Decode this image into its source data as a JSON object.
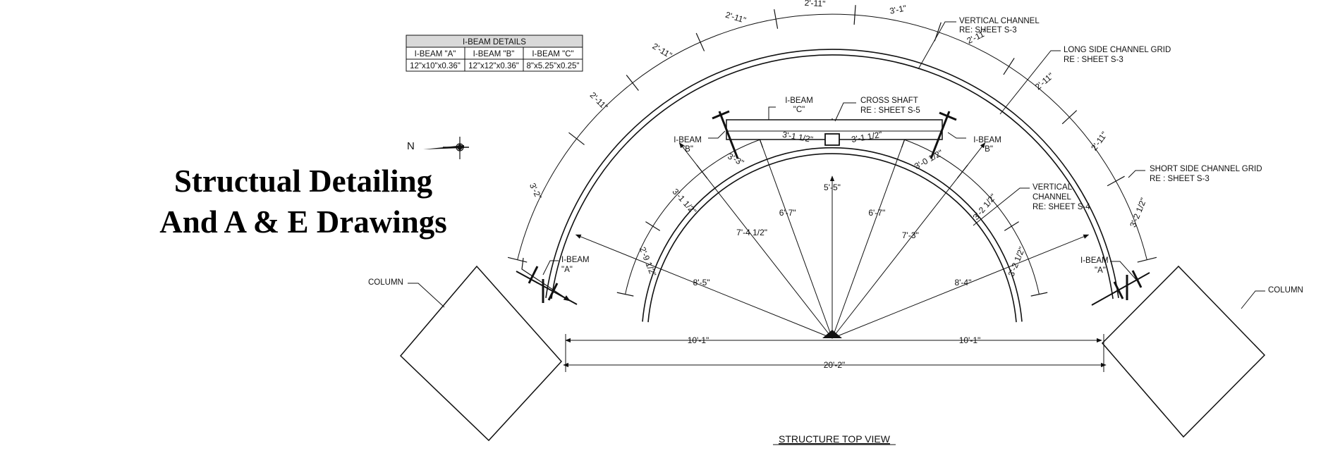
{
  "banner": {
    "line1": "Structual Detailing",
    "line2": "And A & E Drawings"
  },
  "ibeam_table": {
    "title": "I-BEAM DETAILS",
    "headers": [
      "I-BEAM \"A\"",
      "I-BEAM \"B\"",
      "I-BEAM \"C\""
    ],
    "values": [
      "12\"x10\"x0.36\"",
      "12\"x12\"x0.36\"",
      "8\"x5.25\"x0.25\""
    ]
  },
  "north": {
    "label": "N"
  },
  "callouts": {
    "vertical_channel_top": [
      "VERTICAL CHANNEL",
      "RE: SHEET S-3"
    ],
    "long_side_grid": [
      "LONG SIDE CHANNEL GRID",
      "RE : SHEET S-3"
    ],
    "cross_shaft": [
      "CROSS SHAFT",
      "RE : SHEET S-5"
    ],
    "ibeam_c": [
      "I-BEAM",
      "\"C\""
    ],
    "ibeam_b_left": [
      "I-BEAM",
      "\"B\""
    ],
    "ibeam_b_right": [
      "I-BEAM",
      "\"B\""
    ],
    "short_side_grid": [
      "SHORT SIDE CHANNEL GRID",
      "RE : SHEET S-3"
    ],
    "vertical_channel_right": [
      "VERTICAL",
      "CHANNEL",
      "RE: SHEET S-4"
    ],
    "ibeam_a_left": [
      "I-BEAM",
      "\"A\""
    ],
    "ibeam_a_right": [
      "I-BEAM",
      "\"A\""
    ],
    "column_left": "COLUMN",
    "column_right": "COLUMN"
  },
  "dimensions": {
    "outer_segments": [
      "3'-2 1/2\"",
      "2'-11\"",
      "2'-11\"",
      "2'-11\"",
      "3'-1\"",
      "2'-11\"",
      "2'-11\"",
      "2'-11\"",
      "2'-11\"",
      "3'-2\""
    ],
    "inner_segments": [
      "3'-2 1/2\"",
      "3'-2 1/2\"",
      "3'-0 1/2\"",
      "3'-1 1/2\"",
      "3'-1 1/2\"",
      "3'-3\"",
      "3'-1 1/2\"",
      "2'-9 1/2\""
    ],
    "radials": [
      "8'-4\"",
      "7'-3\"",
      "6'-7\"",
      "5'-5\"",
      "6'-7\"",
      "7'-4 1/2\"",
      "8'-5\""
    ],
    "half_left": "10'-1\"",
    "half_right": "10'-1\"",
    "overall": "20'-2\""
  },
  "view_title": "STRUCTURE TOP VIEW"
}
